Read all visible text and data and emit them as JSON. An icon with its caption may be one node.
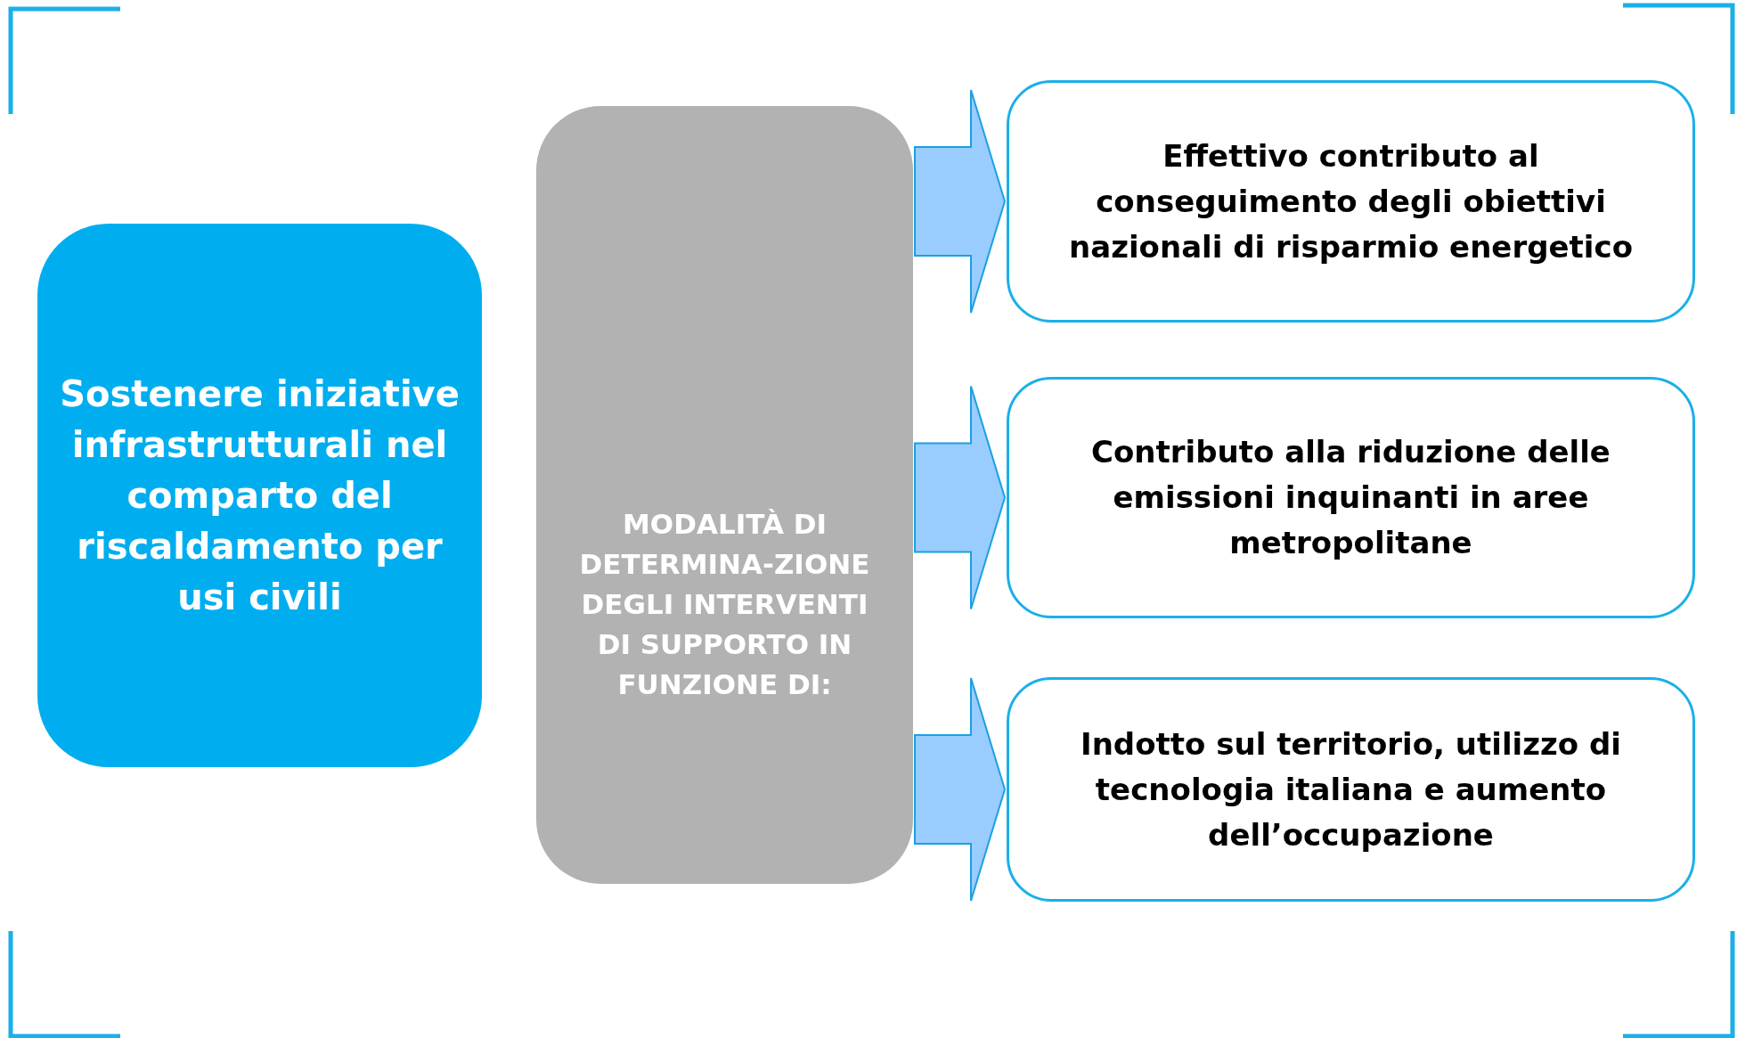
{
  "diagram": {
    "nodes": [
      {
        "text": [
          "Sostenere iniziative infrastrutturali nel comparto del riscaldamento per usi civili"
        ]
      },
      {
        "text": [
          "MODALITÀ DI DETERMINA-ZIONE DEGLI INTERVENTI DI SUPPORTO IN FUNZIONE DI:"
        ]
      },
      {
        "text": [
          "Effettivo contributo al conseguimento degli obiettivi nazionali di risparmio energetico"
        ]
      },
      {
        "text": [
          "Contributo alla riduzione delle emissioni inquinanti in aree metropolitane"
        ]
      },
      {
        "text": [
          "Indotto sul territorio, utilizzo di tecnologia italiana e aumento dell’occupazione"
        ]
      }
    ],
    "edges": [
      {
        "from": 1,
        "to": 2,
        "arrow": "to"
      },
      {
        "from": 1,
        "to": 3,
        "arrow": "to"
      },
      {
        "from": 1,
        "to": 4,
        "arrow": "to"
      }
    ]
  }
}
